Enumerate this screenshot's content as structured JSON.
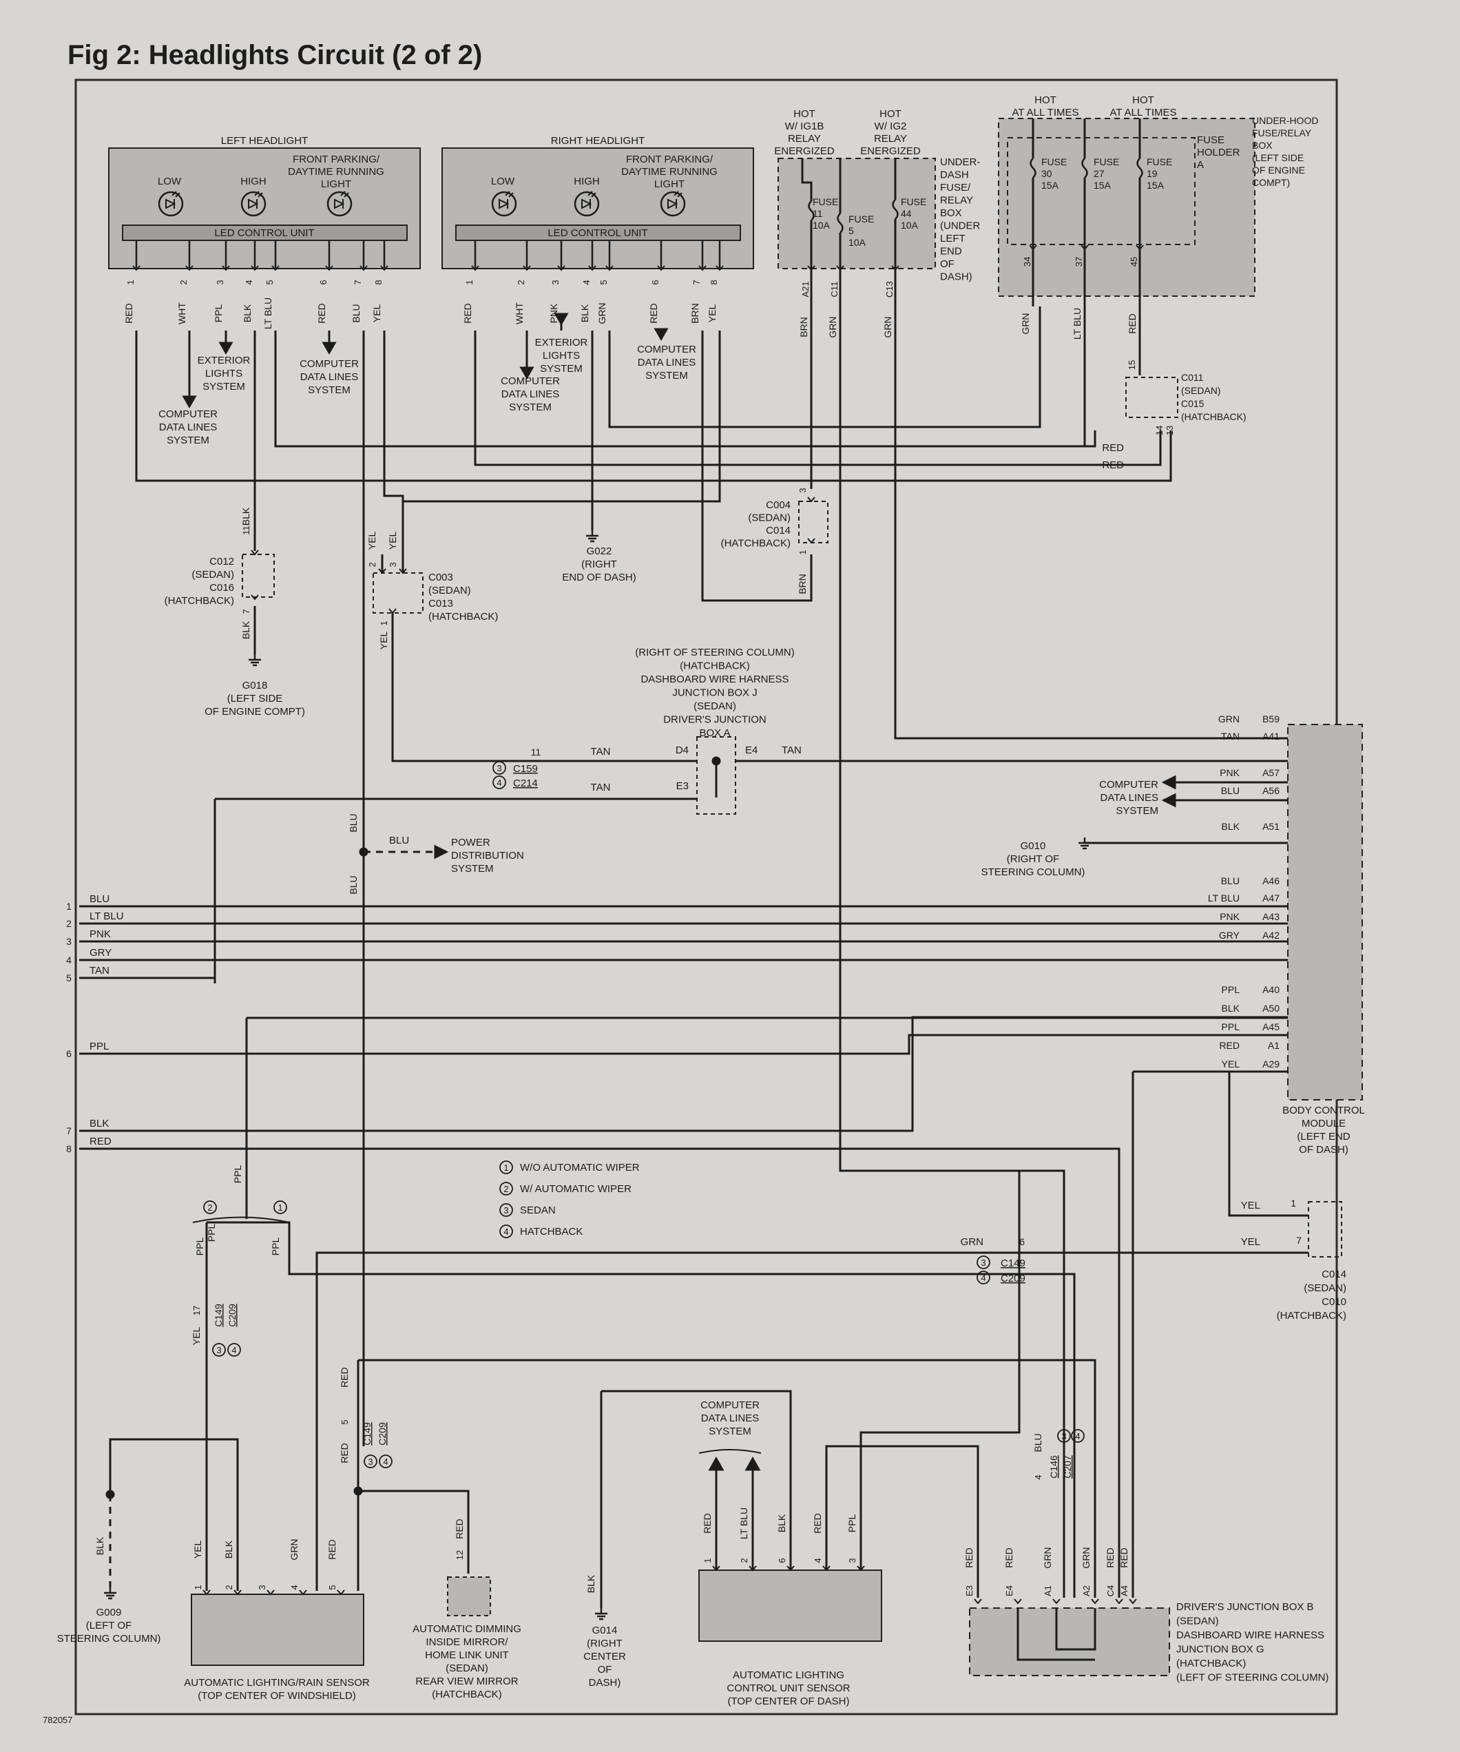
{
  "title": "Fig 2: Headlights Circuit (2 of 2)",
  "fig_code": "782057",
  "left_headlight": {
    "title": "LEFT HEADLIGHT",
    "low": "LOW",
    "high": "HIGH",
    "front_parking": [
      "FRONT PARKING/",
      "DAYTIME RUNNING",
      "LIGHT"
    ],
    "led_control": "LED CONTROL UNIT",
    "pins": [
      {
        "pin": "1",
        "color": "RED"
      },
      {
        "pin": "2",
        "color": "WHT"
      },
      {
        "pin": "3",
        "color": "PPL"
      },
      {
        "pin": "4",
        "color": "BLK"
      },
      {
        "pin": "5",
        "color": "LT BLU"
      },
      {
        "pin": "6",
        "color": "RED"
      },
      {
        "pin": "7",
        "color": "BLU"
      },
      {
        "pin": "8",
        "color": "YEL"
      }
    ],
    "ext_lights": [
      "EXTERIOR",
      "LIGHTS",
      "SYSTEM"
    ],
    "cdl_a": [
      "COMPUTER",
      "DATA LINES",
      "SYSTEM"
    ],
    "cdl_b": [
      "COMPUTER",
      "DATA LINES",
      "SYSTEM"
    ]
  },
  "right_headlight": {
    "title": "RIGHT HEADLIGHT",
    "low": "LOW",
    "high": "HIGH",
    "front_parking": [
      "FRONT PARKING/",
      "DAYTIME RUNNING",
      "LIGHT"
    ],
    "led_control": "LED CONTROL UNIT",
    "pins": [
      {
        "pin": "1",
        "color": "RED"
      },
      {
        "pin": "2",
        "color": "WHT"
      },
      {
        "pin": "3",
        "color": "PNK"
      },
      {
        "pin": "4",
        "color": "BLK"
      },
      {
        "pin": "5",
        "color": "GRN"
      },
      {
        "pin": "6",
        "color": "RED"
      },
      {
        "pin": "7",
        "color": "BRN"
      },
      {
        "pin": "8",
        "color": "YEL"
      }
    ],
    "ext_lights": [
      "EXTERIOR",
      "LIGHTS",
      "SYSTEM"
    ],
    "cdl_a": [
      "COMPUTER",
      "DATA LINES",
      "SYSTEM"
    ],
    "cdl_b": [
      "COMPUTER",
      "DATA LINES",
      "SYSTEM"
    ]
  },
  "underdash_box": {
    "hot_ig1b": [
      "HOT",
      "W/ IG1B",
      "RELAY",
      "ENERGIZED"
    ],
    "hot_ig2": [
      "HOT",
      "W/ IG2",
      "RELAY",
      "ENERGIZED"
    ],
    "label": [
      "UNDER-",
      "DASH",
      "FUSE/",
      "RELAY",
      "BOX",
      "(UNDER",
      "LEFT",
      "END",
      "OF",
      "DASH)"
    ],
    "fuse11": [
      "FUSE",
      "11",
      "10A"
    ],
    "fuse5": [
      "FUSE",
      "5",
      "10A"
    ],
    "fuse44": [
      "FUSE",
      "44",
      "10A"
    ],
    "wires": [
      {
        "pin": "A21",
        "color": "BRN"
      },
      {
        "pin": "C11",
        "color": "GRN"
      },
      {
        "pin": "C13",
        "color": "GRN"
      }
    ]
  },
  "underhood_box": {
    "hot1": [
      "HOT",
      "AT ALL TIMES"
    ],
    "hot2": [
      "HOT",
      "AT ALL TIMES"
    ],
    "label": [
      "UNDER-HOOD",
      "FUSE/RELAY",
      "BOX",
      "(LEFT SIDE",
      "OF ENGINE",
      "COMPT)"
    ],
    "fuse_holder": [
      "FUSE",
      "HOLDER",
      "A"
    ],
    "fuse30": [
      "FUSE",
      "30",
      "15A"
    ],
    "fuse27": [
      "FUSE",
      "27",
      "15A"
    ],
    "fuse19": [
      "FUSE",
      "19",
      "15A"
    ],
    "wires": [
      {
        "pin": "34",
        "color": "GRN"
      },
      {
        "pin": "37",
        "color": "LT BLU"
      },
      {
        "pin": "45",
        "color": "RED"
      }
    ]
  },
  "c011": {
    "pins": [
      "15",
      "14",
      "13"
    ],
    "label": [
      "C011",
      "(SEDAN)",
      "C015",
      "(HATCHBACK)"
    ],
    "red1": "RED",
    "red2": "RED"
  },
  "c004": {
    "pins": [
      "3",
      "1"
    ],
    "label": [
      "C004",
      "(SEDAN)",
      "C014",
      "(HATCHBACK)"
    ],
    "wire": "BRN"
  },
  "c012": {
    "pins": [
      "11",
      "7"
    ],
    "wires": [
      "BLK",
      "BLK"
    ],
    "label": [
      "C012",
      "(SEDAN)",
      "C016",
      "(HATCHBACK)"
    ]
  },
  "c003": {
    "pins": [
      "2",
      "3",
      "1"
    ],
    "wires": [
      "YEL",
      "YEL",
      "YEL"
    ],
    "label": [
      "C003",
      "(SEDAN)",
      "C013",
      "(HATCHBACK)"
    ]
  },
  "g018": [
    "G018",
    "(LEFT SIDE",
    "OF ENGINE COMPT)"
  ],
  "g022": [
    "G022",
    "(RIGHT",
    "END OF DASH)"
  ],
  "djb_a": {
    "label": [
      "(RIGHT OF STEERING COLUMN)",
      "(HATCHBACK)",
      "DASHBOARD WIRE HARNESS",
      "JUNCTION BOX J",
      "(SEDAN)",
      "DRIVER'S JUNCTION",
      "BOX A"
    ],
    "d4": "D4",
    "e4": "E4",
    "e3": "E3",
    "tan": "TAN",
    "pin11": "11",
    "c159": "C159",
    "c214": "C214"
  },
  "pds": {
    "blu": "BLU",
    "label": [
      "POWER",
      "DISTRIBUTION",
      "SYSTEM"
    ]
  },
  "bcm": {
    "label": [
      "BODY CONTROL",
      "MODULE",
      "(LEFT END",
      "OF DASH)"
    ],
    "cdl": [
      "COMPUTER",
      "DATA LINES",
      "SYSTEM"
    ],
    "g010": [
      "G010",
      "(RIGHT OF",
      "STEERING COLUMN)"
    ],
    "pins": [
      {
        "color": "GRN",
        "pin": "B59"
      },
      {
        "color": "TAN",
        "pin": "A41"
      },
      {
        "color": "PNK",
        "pin": "A57"
      },
      {
        "color": "BLU",
        "pin": "A56"
      },
      {
        "color": "BLK",
        "pin": "A51"
      },
      {
        "color": "BLU",
        "pin": "A46"
      },
      {
        "color": "LT BLU",
        "pin": "A47"
      },
      {
        "color": "PNK",
        "pin": "A43"
      },
      {
        "color": "GRY",
        "pin": "A42"
      },
      {
        "color": "PPL",
        "pin": "A40"
      },
      {
        "color": "BLK",
        "pin": "A50"
      },
      {
        "color": "PPL",
        "pin": "A45"
      },
      {
        "color": "RED",
        "pin": "A1"
      },
      {
        "color": "YEL",
        "pin": "A29"
      }
    ]
  },
  "left_bus": [
    {
      "num": "1",
      "color": "BLU"
    },
    {
      "num": "2",
      "color": "LT BLU"
    },
    {
      "num": "3",
      "color": "PNK"
    },
    {
      "num": "4",
      "color": "GRY"
    },
    {
      "num": "5",
      "color": "TAN"
    },
    {
      "num": "6",
      "color": "PPL"
    },
    {
      "num": "7",
      "color": "BLK"
    },
    {
      "num": "8",
      "color": "RED"
    }
  ],
  "legend": [
    "W/O AUTOMATIC WIPER",
    "W/ AUTOMATIC WIPER",
    "SEDAN",
    "HATCHBACK"
  ],
  "legend_nums": [
    "1",
    "2",
    "3",
    "4"
  ],
  "c014": {
    "yel1": "YEL",
    "yel2": "YEL",
    "p1": "1",
    "p7": "7",
    "grn": "GRN",
    "p6": "6",
    "c149": "C149",
    "c209": "C209",
    "label": [
      "C014",
      "(SEDAN)",
      "C010",
      "(HATCHBACK)"
    ]
  },
  "lower_conn": {
    "ppl": "PPL",
    "ppl2": "PPL",
    "ppl_top": "PPL",
    "yel": "YEL",
    "p17": "17",
    "c149": "C149",
    "c209": "C209",
    "red": "RED",
    "red2": "RED",
    "p5": "5"
  },
  "rain_sensor": {
    "label": [
      "AUTOMATIC LIGHTING/RAIN SENSOR",
      "(TOP CENTER OF WINDSHIELD)"
    ],
    "pins": [
      {
        "pin": "1",
        "color": "YEL"
      },
      {
        "pin": "2",
        "color": "BLK"
      },
      {
        "pin": "3",
        "color": ""
      },
      {
        "pin": "4",
        "color": "GRN"
      },
      {
        "pin": "5",
        "color": "RED"
      }
    ]
  },
  "g009": {
    "wire": "BLK",
    "label": [
      "G009",
      "(LEFT OF",
      "STEERING COLUMN)"
    ]
  },
  "mirror": {
    "pin": "12",
    "color": "RED",
    "label": [
      "AUTOMATIC DIMMING",
      "INSIDE MIRROR/",
      "HOME LINK UNIT",
      "(SEDAN)",
      "REAR VIEW MIRROR",
      "(HATCHBACK)"
    ]
  },
  "g014": {
    "wire": "BLK",
    "label": [
      "G014",
      "(RIGHT",
      "CENTER",
      "OF",
      "DASH)"
    ]
  },
  "alc_sensor": {
    "cdl": [
      "COMPUTER",
      "DATA LINES",
      "SYSTEM"
    ],
    "label": [
      "AUTOMATIC LIGHTING",
      "CONTROL UNIT SENSOR",
      "(TOP CENTER OF DASH)"
    ],
    "pins": [
      {
        "pin": "1",
        "color": "RED"
      },
      {
        "pin": "2",
        "color": "LT BLU"
      },
      {
        "pin": "6",
        "color": "BLK"
      },
      {
        "pin": "4",
        "color": "RED"
      },
      {
        "pin": "3",
        "color": "PPL"
      }
    ]
  },
  "djb_b": {
    "label": [
      "DRIVER'S JUNCTION BOX B",
      "(SEDAN)",
      "DASHBOARD WIRE HARNESS",
      "JUNCTION BOX G",
      "(HATCHBACK)",
      "(LEFT OF STEERING COLUMN)"
    ],
    "pins": [
      {
        "pin": "E3",
        "color": "RED"
      },
      {
        "pin": "E4",
        "color": "RED"
      },
      {
        "pin": "A1",
        "color": "GRN"
      },
      {
        "pin": "A2",
        "color": "GRN"
      },
      {
        "pin": "C4",
        "color": "RED"
      },
      {
        "pin": "A4",
        "color": "RED"
      }
    ],
    "c146": {
      "wire": "BLU",
      "pin": "4",
      "c146": "C146",
      "c207": "C207"
    }
  }
}
